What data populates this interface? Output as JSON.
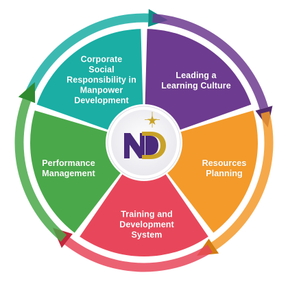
{
  "segments": [
    {
      "id": "csr",
      "label": "Corporate\nSocial\nResponsibility in\nManpower\nDevelopment",
      "color": "#1aaea4",
      "dark": "#0f8f86"
    },
    {
      "id": "learning",
      "label": "Leading a\nLearning Culture",
      "color": "#6d3b8f",
      "dark": "#522a6c"
    },
    {
      "id": "resources",
      "label": "Resources\nPlanning",
      "color": "#f39a2a",
      "dark": "#d27c12"
    },
    {
      "id": "training",
      "label": "Training and\nDevelopment\nSystem",
      "color": "#e8475b",
      "dark": "#c1263a"
    },
    {
      "id": "performance",
      "label": "Performance\nManagement",
      "color": "#4aa84a",
      "dark": "#2f8a30"
    }
  ],
  "center": {
    "logo": "N-D monogram with star",
    "logo_color": "#4a2a7a",
    "accent_color": "#c9a227"
  }
}
